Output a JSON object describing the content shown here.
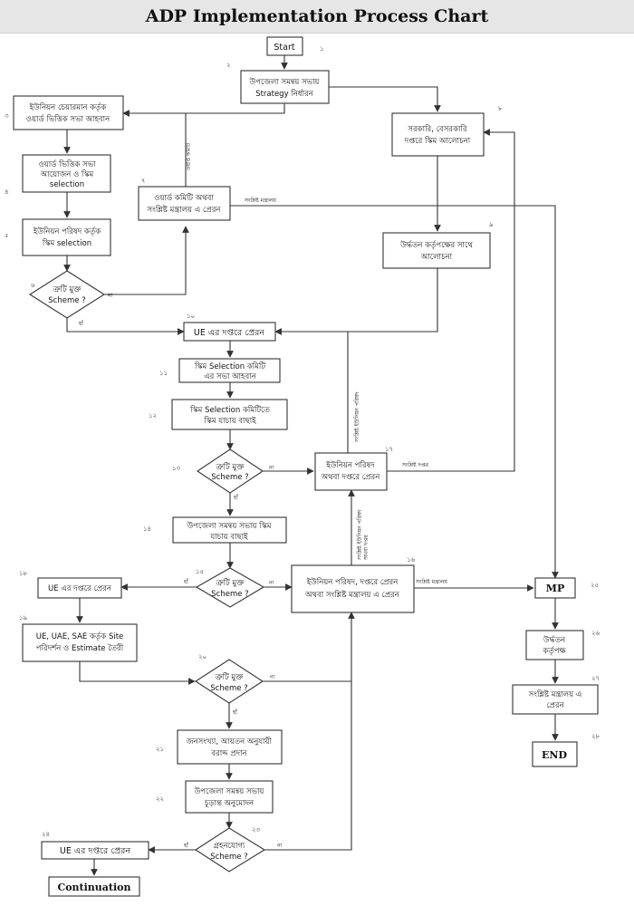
{
  "title": "ADP Implementation Process Chart",
  "nodes": {
    "start": "Start",
    "n2a": "উপজেলা সমন্বয় সভায়",
    "n2b": "Strategy নির্ধারন",
    "n3a": "ইউনিয়ন চেয়ারমান কর্তৃক",
    "n3b": "ওয়ার্ড ভিত্তিক সভা আহবান",
    "n4a": "ওয়ার্ড ভিত্তিক সভা",
    "n4b": "আয়োজন ও স্কিম",
    "n4c": "selection",
    "n5a": "ইউনিয়ন পরিষদ কর্তৃক",
    "n5b": "স্কিম selection",
    "d6a": "ত্রুটি মুক্ত",
    "d6b": "Scheme ?",
    "n7a": "ওয়ার্ড কমিটি অথবা",
    "n7b": "সংশ্লিষ্ট মন্ত্রালয় এ প্রেরন",
    "n8a": "সরকারি, বেসরকারি",
    "n8b": "দপ্তরে স্কিম আলোচনা",
    "n9a": "উর্দ্ধতন কর্তৃপক্ষের সাথে",
    "n9b": "আলোচনা",
    "n10": "UE এর দপ্তরে প্রেরন",
    "n11a": "স্কিম Selection কমিটি",
    "n11b": "এর সভা আহবান",
    "n12a": "স্কিম Selection কমিটিতে",
    "n12b": "স্কিম যাচায় বাছাই",
    "d13a": "ত্রুটি মুক্ত",
    "d13b": "Scheme ?",
    "n14a": "উপজেলা সমন্বয় সভায় স্কিম",
    "n14b": "যাচায় বাছাই",
    "d15a": "ত্রুটি মুক্ত",
    "d15b": "Scheme ?",
    "n16a": "ইউনিয়ন পরিষদ, দপ্তরে প্রেরন",
    "n16b": "অথবা সংশ্লিষ্ট মন্ত্রালয় এ প্রেরন",
    "n17a": "ইউনিয়ন পরিষদ",
    "n17b": "অথবা দপ্তরে প্রেরন",
    "n18": "UE এর দপ্তরে প্রেরন",
    "n19a": "UE, UAE, SAE কর্তৃক Site",
    "n19b": "পরিদর্শন ও Estimate তৈরী",
    "d20a": "ত্রুটি মুক্ত",
    "d20b": "Scheme ?",
    "n21a": "জনসংখ্যা, আয়তন অনুযায়ী",
    "n21b": "বরাদ্দ প্রদান",
    "n22a": "উপজেলা সমন্বয় সভায়",
    "n22b": "চূড়ান্ত অনুমোদন",
    "d23a": "গ্রহনযোগ্য",
    "d23b": "Scheme ?",
    "n24": "UE এর দপ্তরে প্রেরন",
    "continuation": "Continuation",
    "mp": "MP",
    "n26a": "উর্দ্ধতন",
    "n26b": "কর্তৃপক্ষ",
    "n27a": "সংশ্লিষ্ট মন্ত্রালয় এ",
    "n27b": "প্রেরন",
    "end": "END"
  },
  "numbers": {
    "s1": "১",
    "s2": "২",
    "s3": "৩",
    "s4": "৪",
    "s5": "৫",
    "s6": "৬",
    "s7": "৭",
    "s8": "৮",
    "s9": "৯",
    "s10": "১০",
    "s11": "১১",
    "s12": "১২",
    "s13": "১৩",
    "s14": "১৪",
    "s15": "১৫",
    "s16": "১৬",
    "s17": "১৭",
    "s18": "১৮",
    "s19": "১৯",
    "s20": "২০",
    "s21": "২১",
    "s22": "২২",
    "s23": "২৩",
    "s24": "২৪",
    "s25": "২৫",
    "s26": "২৬",
    "s27": "২৭",
    "s28": "২৮"
  },
  "labels": {
    "yes": "হাঁ",
    "no": "না",
    "ministry": "সংশ্লিষ্ট মন্ত্রালয়",
    "ministry2": "সংশ্লিষ্ট মন্ত্রালয়",
    "office": "সংশ্লিষ্ট দপ্তর",
    "ward_committee": "ওয়ার্ড কমিটি",
    "union_council_v": "সংশ্লিষ্ট ইউনিয়ন পরিষদ",
    "union_council_v2a": "সংশ্লিষ্ট ইউনিয়ন পরিষদ",
    "union_council_v2b": "অথবা দপ্তর"
  }
}
